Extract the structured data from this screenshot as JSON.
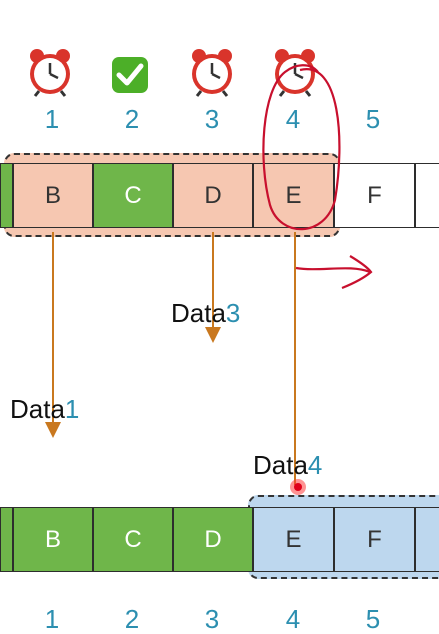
{
  "top_row": {
    "icons": [
      "alarm-clock-icon",
      "check-mark-icon",
      "alarm-clock-icon",
      "alarm-clock-icon"
    ],
    "numbers": [
      "1",
      "2",
      "3",
      "4",
      "5"
    ],
    "cells": [
      "B",
      "C",
      "D",
      "E",
      "F"
    ]
  },
  "labels": {
    "data1_text": "Data",
    "data1_num": "1",
    "data3_text": "Data",
    "data3_num": "3",
    "data4_text": "Data",
    "data4_num": "4"
  },
  "bottom_row": {
    "cells": [
      "B",
      "C",
      "D",
      "E",
      "F"
    ],
    "numbers": [
      "1",
      "2",
      "3",
      "4",
      "5"
    ]
  },
  "colors": {
    "green": "#6fb64a",
    "salmon": "#f6c7b1",
    "blue": "#bdd7ee",
    "orange_arrow": "#c9781f",
    "red_ink": "#c8102e",
    "number_teal": "#2c8fb0"
  }
}
